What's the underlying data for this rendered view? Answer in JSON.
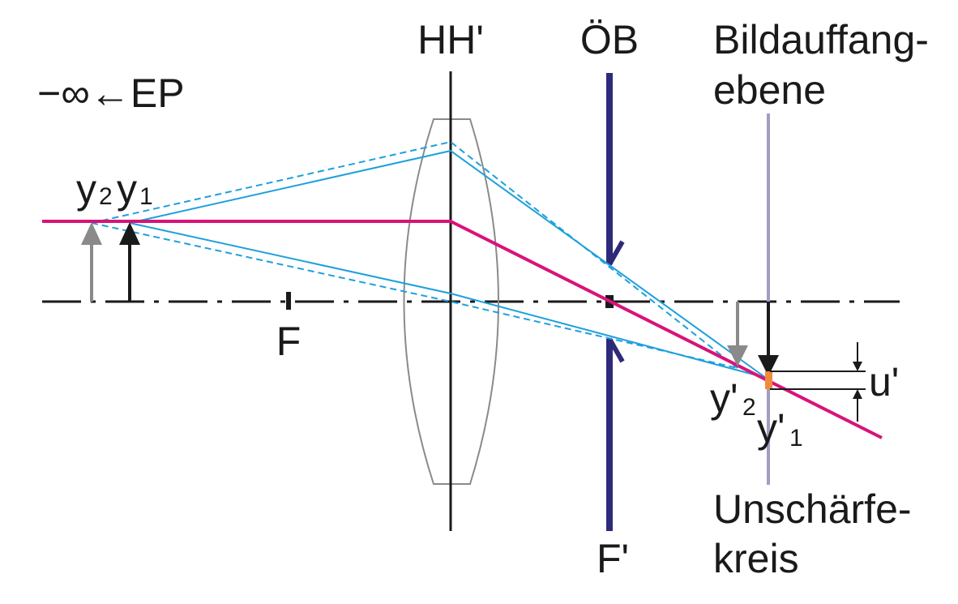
{
  "labels": {
    "principal_planes": "HH'",
    "aperture_stop": "ÖB",
    "image_plane_line1": "Bildauffang-",
    "image_plane_line2": "ebene",
    "entrance_pupil": "−∞←EP",
    "object_y2": "y",
    "object_y2_sub": "2",
    "object_y1": "y",
    "object_y1_sub": "1",
    "focal_point": "F",
    "focal_point_image": "F'",
    "image_y2": "y'",
    "image_y2_sub": "2",
    "image_y1": "y'",
    "image_y1_sub": "1",
    "blur_size": "u'",
    "blur_circle_line1": "Unschärfe-",
    "blur_circle_line2": "kreis"
  },
  "colors": {
    "axis": "#1a1a1a",
    "lens_outline": "#8a8a8a",
    "aperture": "#2e2a7a",
    "chief_ray": "#d8137a",
    "rays": "#1ea0dc",
    "image_plane": "#a49cc4",
    "object_near": "#8a8a8a",
    "object_far": "#1a1a1a",
    "blur_mark": "#f08a3c"
  }
}
